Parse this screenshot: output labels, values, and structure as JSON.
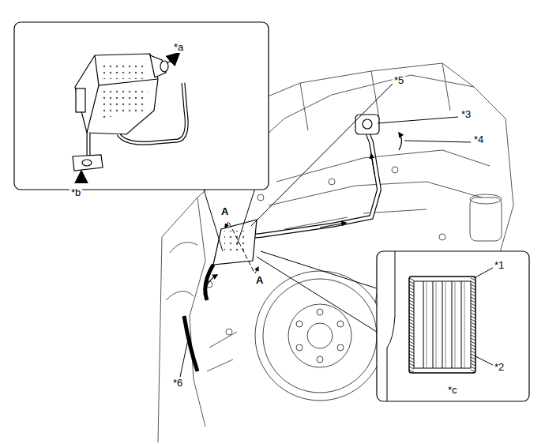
{
  "diagram": {
    "labels": [
      "*a",
      "*5",
      "*3",
      "*4",
      "*b",
      "A",
      "A",
      "*1",
      "*2",
      "*6",
      "*c"
    ]
  }
}
